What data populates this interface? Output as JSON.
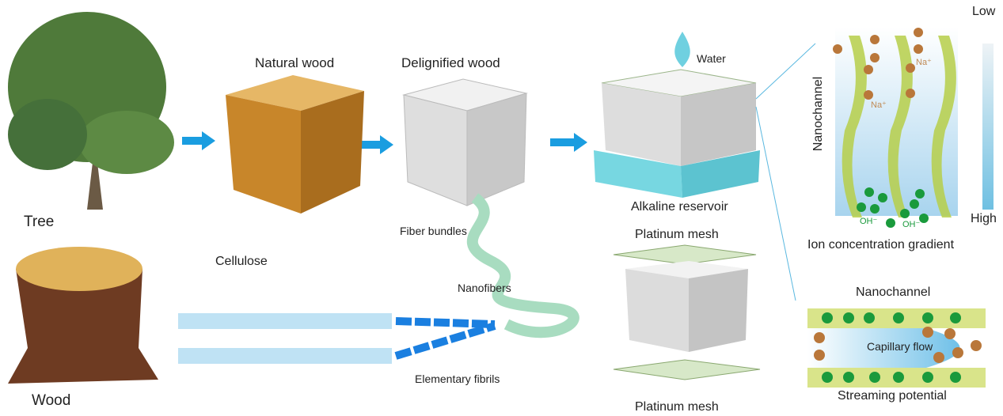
{
  "labels": {
    "tree": "Tree",
    "wood": "Wood",
    "natural_wood": "Natural wood",
    "delignified_wood": "Delignified wood",
    "water": "Water",
    "alkaline_reservoir": "Alkaline reservoir",
    "fiber_bundles": "Fiber bundles",
    "nanofibers": "Nanofibers",
    "cellulose": "Cellulose",
    "elementary_fibrils": "Elementary fibrils",
    "platinum_mesh_top": "Platinum mesh",
    "platinum_mesh_bottom": "Platinum mesh"
  },
  "ion_panel": {
    "nanochannel": "Nanochannel",
    "low": "Low",
    "high": "High",
    "na": "Na⁺",
    "oh": "OH⁻",
    "caption": "Ion concentration gradient"
  },
  "flow_panel": {
    "title": "Nanochannel",
    "flow": "Capillary flow",
    "caption": "Streaming potential"
  },
  "colors": {
    "arrow": "#1a9de0",
    "natural_wood": "#c8862a",
    "reservoir": "#5fd0dc",
    "channel_wall": "#d9e48a",
    "negative_ion": "#1a9a3c",
    "positive_ion": "#b9773a"
  }
}
